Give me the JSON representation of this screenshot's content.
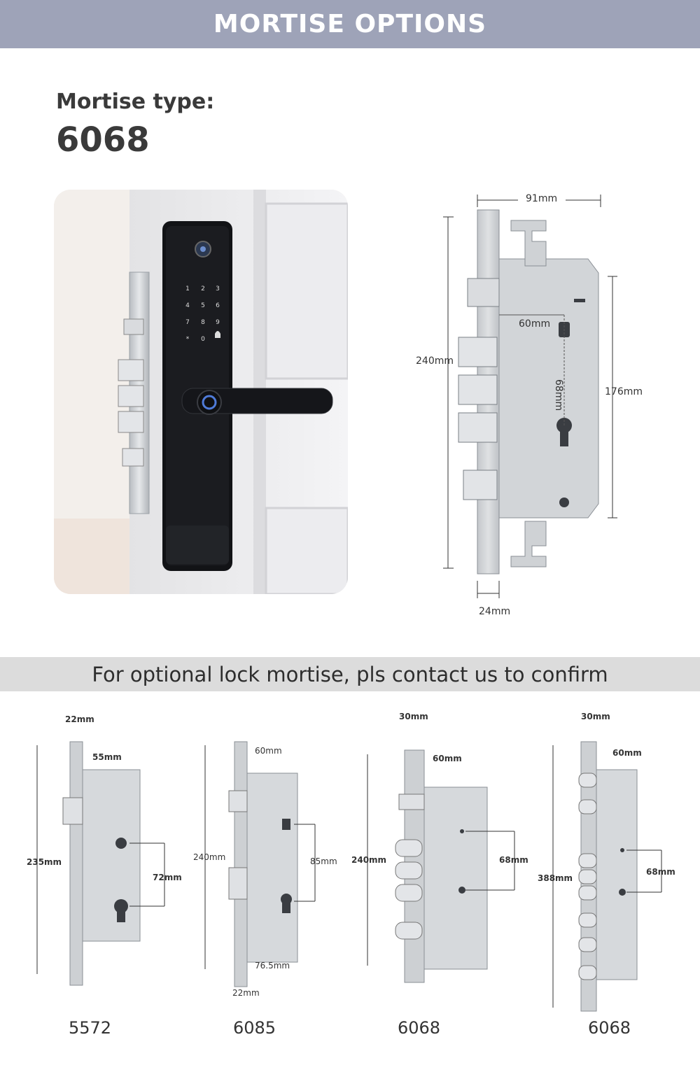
{
  "header": {
    "title": "MORTISE OPTIONS"
  },
  "main": {
    "label": "Mortise type:",
    "value": "6068",
    "keypad": [
      "1",
      "2",
      "3",
      "4",
      "5",
      "6",
      "7",
      "8",
      "9",
      "*",
      "0"
    ],
    "dimensions": {
      "width": "91mm",
      "height": "240mm",
      "spacing": "60mm",
      "center": "68mm",
      "body": "176mm",
      "faceplate": "24mm"
    }
  },
  "section": {
    "title": "For optional lock mortise, pls contact us to confirm"
  },
  "options": [
    {
      "model": "5572",
      "dims": [
        "22mm",
        "55mm",
        "235mm",
        "72mm"
      ]
    },
    {
      "model": "6085",
      "dims": [
        "60mm",
        "240mm",
        "85mm",
        "76.5mm",
        "22mm"
      ]
    },
    {
      "model": "6068",
      "dims": [
        "30mm",
        "60mm",
        "240mm",
        "68mm"
      ]
    },
    {
      "model": "6068",
      "dims": [
        "30mm",
        "60mm",
        "388mm",
        "68mm"
      ]
    }
  ],
  "colors": {
    "banner": "#9ea3b8",
    "midBanner": "#dcdcdc",
    "steel": "#c9ccd0"
  }
}
